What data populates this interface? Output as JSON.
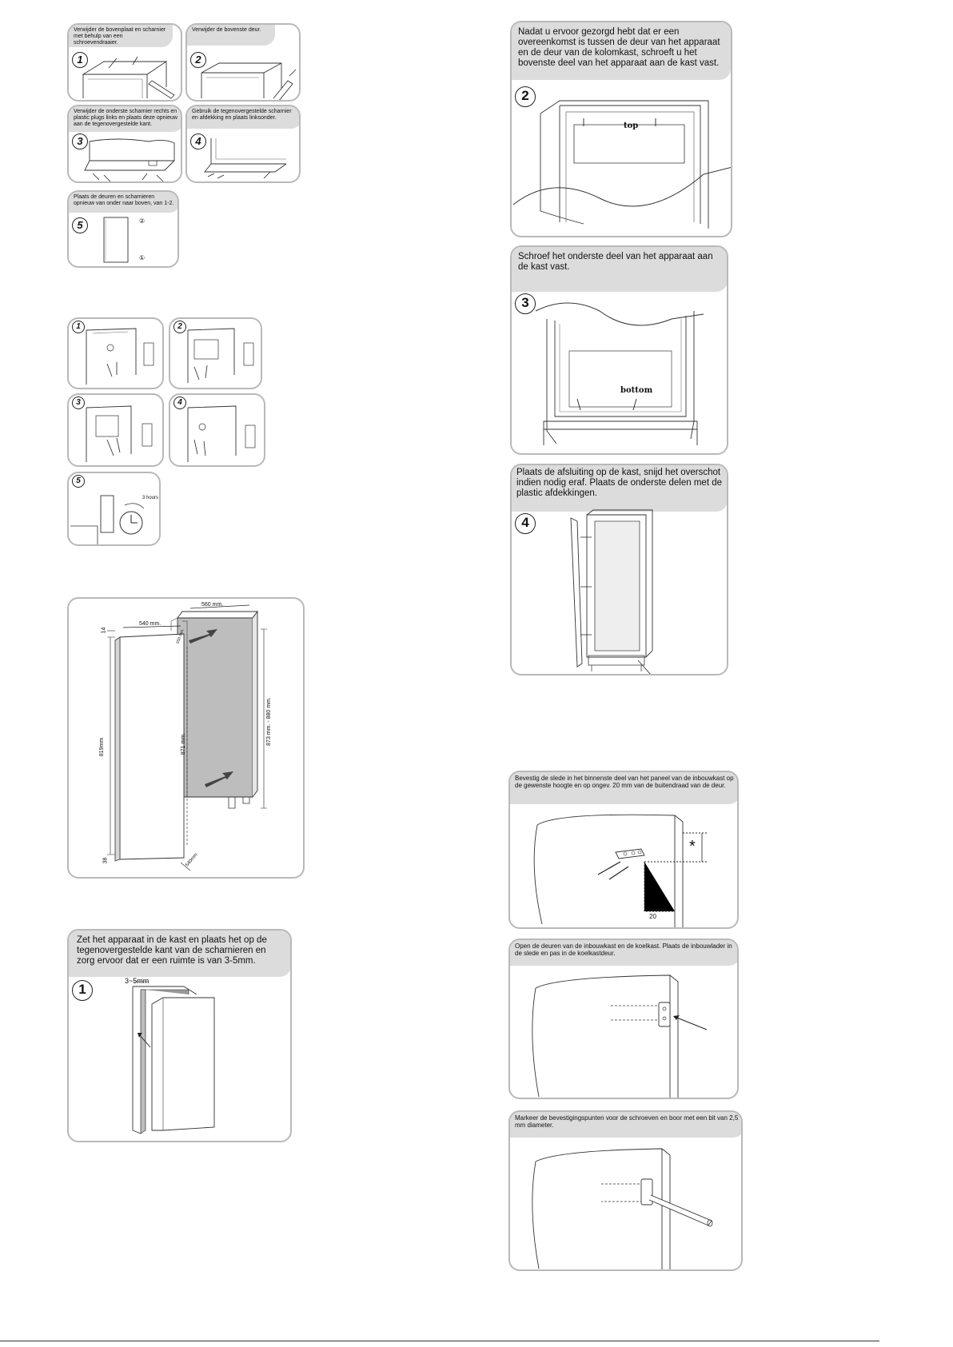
{
  "door_reversal": {
    "steps": [
      {
        "number": "1",
        "text": "Verwijder de bovenplaat en scharnier met behulp van een schroevendraaier."
      },
      {
        "number": "2",
        "text": "Verwijder de bovenste deur."
      },
      {
        "number": "3",
        "text": "Verwijder de onderste scharnier rechts en plastic plugs links en plaats deze opnieuw aan de tegenovergestelde kant."
      },
      {
        "number": "4",
        "text": "Gebruik de tegenovergestelde scharnier en afdekking en plaats linksonder."
      },
      {
        "number": "5",
        "text": "Plaats de deuren en scharnieren opnieuw van onder naar boven, van 1-2."
      }
    ],
    "markers": [
      "②",
      "①"
    ]
  },
  "handle_steps": {
    "numbers": [
      "1",
      "2",
      "3",
      "4",
      "5"
    ],
    "clock_label": "3 hours"
  },
  "dimensions": {
    "width_cabinet": "560 mm.",
    "depth_cabinet": "550 mm.",
    "width_door": "540 mm.",
    "top_gap": "14",
    "door_height": "819mm",
    "inner_height": "871 mm.",
    "cabinet_height": "873 mm. - 880 mm.",
    "bottom_gap": "38",
    "bottom_width": "540mm"
  },
  "install": {
    "step1": {
      "number": "1",
      "text": "Zet het apparaat in de kast en plaats het op de tegenovergestelde kant van de scharnieren en zorg ervoor dat er een ruimte is van 3-5mm.",
      "gap": "3~5mm"
    },
    "step2": {
      "number": "2",
      "text": "Nadat u ervoor gezorgd hebt dat er een overeenkomst is tussen de deur van het apparaat en de deur van de kolomkast, schroeft u het bovenste deel van het apparaat aan de kast vast.",
      "label": "top"
    },
    "step3": {
      "number": "3",
      "text": "Schroef het onderste deel van het apparaat aan de kast vast.",
      "label": "bottom"
    },
    "step4": {
      "number": "4",
      "text": "Plaats de afsluiting op de kast, snijd het overschot indien nodig eraf. Plaats de onderste delen met de plastic afdekkingen."
    }
  },
  "door_fixing": {
    "slide": {
      "text": "Bevestig de slede in het binnenste deel van het paneel van de inbouwkast op de gewenste hoogte en op ongev. 20 mm van de buitendraad van de deur.",
      "star": "*",
      "distance": "20"
    },
    "open": {
      "text": "Open de deuren van de inbouwkast en de koelkast. Plaats de inbouwlader in de slede en pas in de koelkastdeur."
    },
    "mark": {
      "text": "Markeer de bevestigingspunten voor de schroeven en boor met een bit van 2,5 mm diameter."
    }
  }
}
